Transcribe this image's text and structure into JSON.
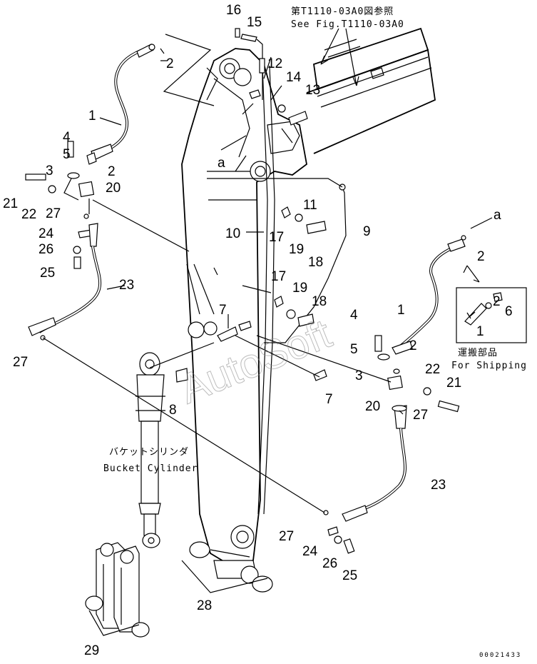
{
  "labels": [
    "1",
    "2",
    "3",
    "4",
    "5",
    "6",
    "7",
    "8",
    "9",
    "10",
    "11",
    "12",
    "13",
    "14",
    "15",
    "16",
    "17",
    "18",
    "19",
    "20",
    "21",
    "22",
    "23",
    "24",
    "25",
    "26",
    "27",
    "28",
    "29"
  ],
  "letter_a": "a",
  "notes": {
    "see_fig_jp": "第T1110-03A0図参照",
    "see_fig_en": "See Fig.T1110-03A0",
    "bucket_cylinder_jp": "バケットシリンダ",
    "bucket_cylinder_en": "Bucket Cylinder",
    "shipping_jp": "運搬部品",
    "shipping_en": "For Shipping"
  },
  "watermark": "AutoSoft",
  "doc_id": "00021433"
}
